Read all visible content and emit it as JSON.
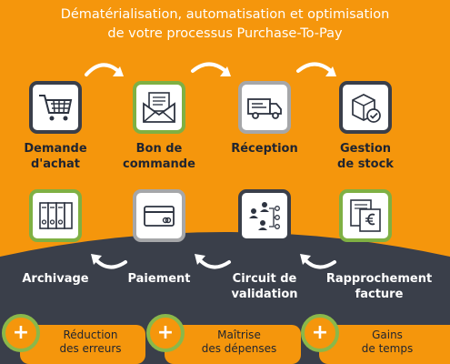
{
  "header": {
    "line1": "Dématérialisation, automatisation et optimisation",
    "line2": "de votre processus Purchase-To-Pay"
  },
  "steps_top": [
    {
      "line1": "Demande",
      "line2": "d'achat",
      "icon": "shopping-cart-icon"
    },
    {
      "line1": "Bon de",
      "line2": "commande",
      "icon": "envelope-icon"
    },
    {
      "line1": "Réception",
      "line2": "",
      "icon": "delivery-truck-icon"
    },
    {
      "line1": "Gestion",
      "line2": "de stock",
      "icon": "stock-box-check-icon"
    }
  ],
  "steps_bottom": [
    {
      "line1": "Archivage",
      "line2": "",
      "icon": "binders-icon"
    },
    {
      "line1": "Paiement",
      "line2": "",
      "icon": "credit-card-icon"
    },
    {
      "line1": "Circuit de",
      "line2": "validation",
      "icon": "org-chart-icon"
    },
    {
      "line1": "Rapprochement",
      "line2": "facture",
      "icon": "euro-invoice-icon"
    }
  ],
  "benefits": [
    {
      "symbol": "+",
      "line1": "Réduction",
      "line2": "des erreurs"
    },
    {
      "symbol": "+",
      "line1": "Maîtrise",
      "line2": "des dépenses"
    },
    {
      "symbol": "+",
      "line1": "Gains",
      "line2": "de temps"
    }
  ],
  "colors": {
    "background": "#f5960c",
    "dark": "#3a3f4a",
    "green": "#7fb043",
    "grey": "#a6a7a9",
    "white": "#ffffff"
  }
}
